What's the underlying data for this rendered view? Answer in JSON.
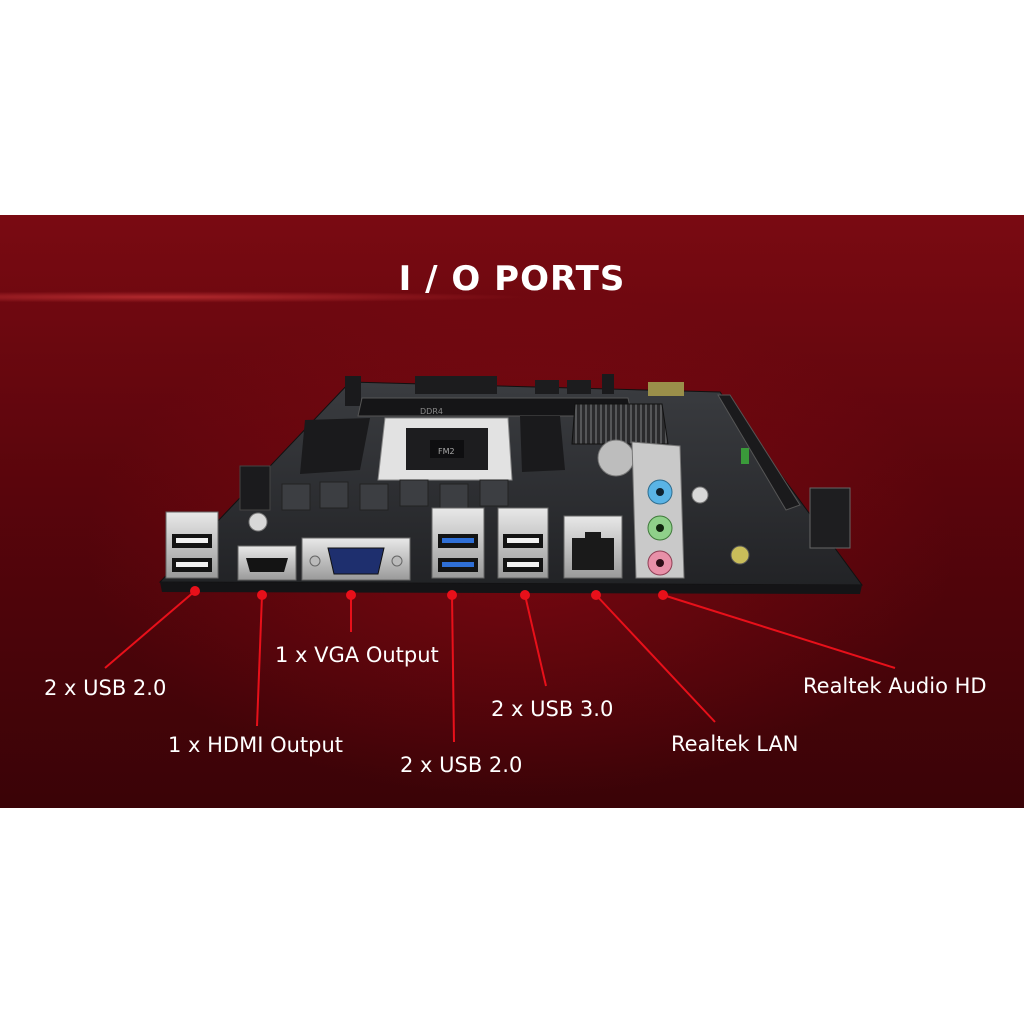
{
  "title": "I / O PORTS",
  "board_silkscreen": {
    "cpu_socket": "FM2",
    "dimm": "DDR4"
  },
  "colors": {
    "banner_dark": "#3a0307",
    "banner_mid": "#7a0a12",
    "board": "#2b2d30",
    "callout_dot": "#e8101a",
    "callout_line": "#e8101a",
    "usb3_blue": "#2f6fd6",
    "audio_blue": "#5ab4e6",
    "audio_green": "#8fd08a",
    "audio_pink": "#e890a8"
  },
  "labels": [
    {
      "id": "usb20-left",
      "text": "2 x USB 2.0"
    },
    {
      "id": "hdmi",
      "text": "1 x HDMI Output"
    },
    {
      "id": "vga",
      "text": "1 x VGA Output"
    },
    {
      "id": "usb20-mid",
      "text": "2 x USB 2.0"
    },
    {
      "id": "usb30",
      "text": "2 x USB 3.0"
    },
    {
      "id": "lan",
      "text": "Realtek LAN"
    },
    {
      "id": "audio",
      "text": "Realtek Audio HD"
    }
  ]
}
